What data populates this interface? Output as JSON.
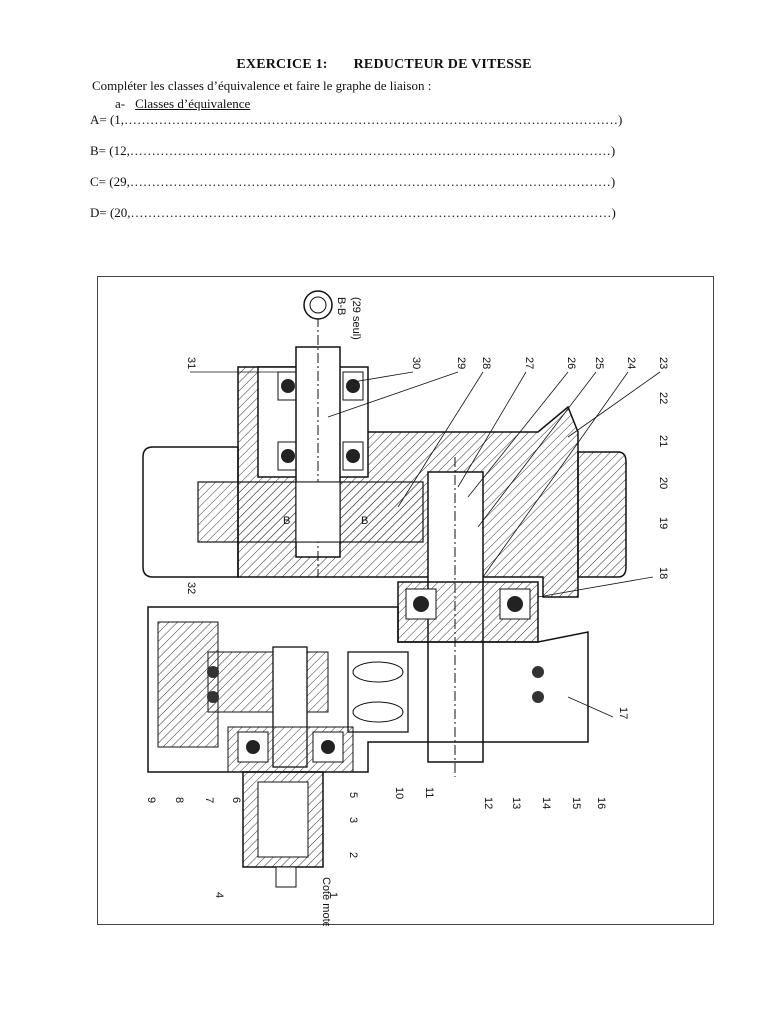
{
  "header": {
    "exercise": "EXERCICE 1:",
    "subject": "REDUCTEUR DE VITESSE"
  },
  "instruction": "Compléter les classes d’équivalence et faire le graphe de liaison :",
  "section_a": {
    "marker": "a-",
    "label": "Classes d’équivalence"
  },
  "classes": [
    {
      "text": "A= (1,……………………………………………………………………………………………………)"
    },
    {
      "text": "B= (12,…………………………………………………………………………………………………)"
    },
    {
      "text": "C= (29,…………………………………………………………………………………………………)"
    },
    {
      "text": "D= (20,…………………………………………………………………………………………………)"
    }
  ],
  "drawing": {
    "section_label": "B-B",
    "section_note": "(29 seul)",
    "motor_side": "Coté moteu",
    "part_numbers_top": [
      "31",
      "30",
      "29",
      "28",
      "27",
      "26",
      "25",
      "24",
      "23"
    ],
    "part_numbers_right": [
      "22",
      "21",
      "20",
      "19",
      "18",
      "17"
    ],
    "part_numbers_bottom": [
      "9",
      "8",
      "7",
      "6",
      "10",
      "11",
      "12",
      "13",
      "14",
      "15",
      "16"
    ],
    "part_numbers_left": [
      "32",
      "5",
      "3",
      "2",
      "4",
      "1"
    ],
    "cut_marker": "B"
  }
}
